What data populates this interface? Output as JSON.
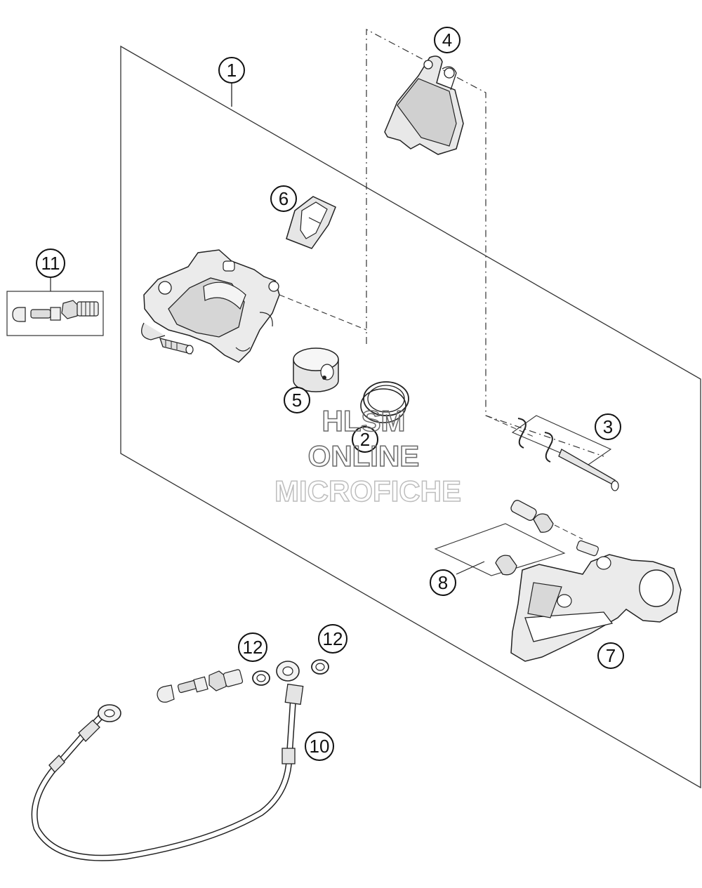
{
  "diagram": {
    "callouts": [
      {
        "id": "c1",
        "label": "1"
      },
      {
        "id": "c2",
        "label": "2"
      },
      {
        "id": "c3",
        "label": "3"
      },
      {
        "id": "c4",
        "label": "4"
      },
      {
        "id": "c5",
        "label": "5"
      },
      {
        "id": "c6",
        "label": "6"
      },
      {
        "id": "c7",
        "label": "7"
      },
      {
        "id": "c8",
        "label": "8"
      },
      {
        "id": "c10",
        "label": "10"
      },
      {
        "id": "c11",
        "label": "11"
      },
      {
        "id": "c12a",
        "label": "12"
      },
      {
        "id": "c12b",
        "label": "12"
      }
    ]
  },
  "watermark": {
    "line1": "HLSM",
    "line2": "ONLINE",
    "line3": "MICROFICHE"
  },
  "colors": {
    "line": "#222222",
    "part_fill": "#eeeeee",
    "part_shade": "#c8c8c8"
  }
}
